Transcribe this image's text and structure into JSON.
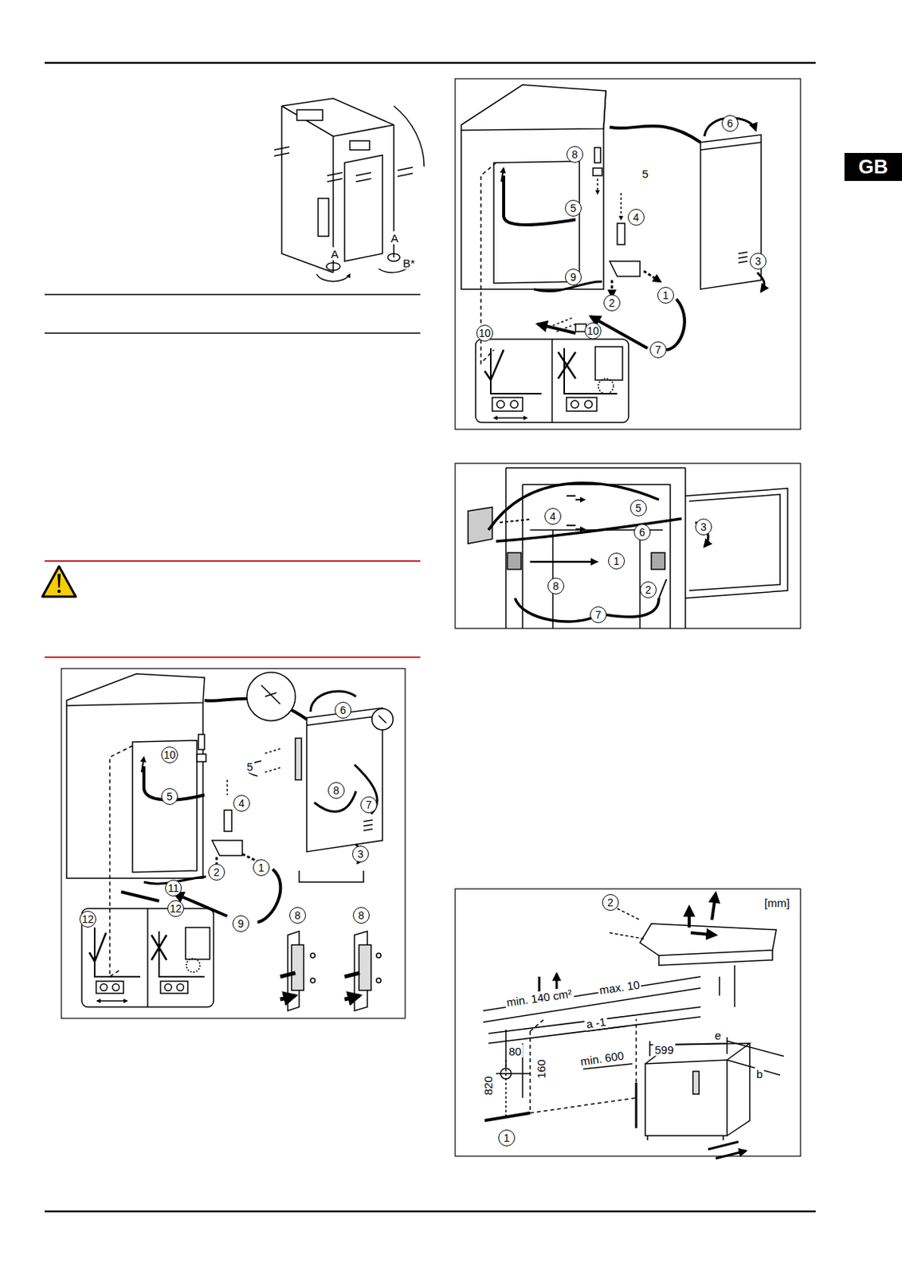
{
  "diagram": {
    "nodes": [
      {
        "text": [
          "GB"
        ]
      }
    ],
    "labels": [
      "A",
      "A",
      "B*",
      "6",
      "8",
      "5",
      "5",
      "4",
      "3",
      "9",
      "2",
      "1",
      "10",
      "7",
      "10",
      "4",
      "5",
      "3",
      "6",
      "1",
      "8",
      "2",
      "7",
      "6",
      "10",
      "5",
      "5",
      "4",
      "8",
      "7",
      "3",
      "1",
      "2",
      "11",
      "9",
      "12",
      "12",
      "8",
      "8",
      "[mm]",
      "2",
      "min. 140 cm²",
      "max. 10",
      "a -1",
      "599",
      "e",
      "b",
      "80",
      "160",
      "820",
      "min. 600",
      "1"
    ]
  }
}
